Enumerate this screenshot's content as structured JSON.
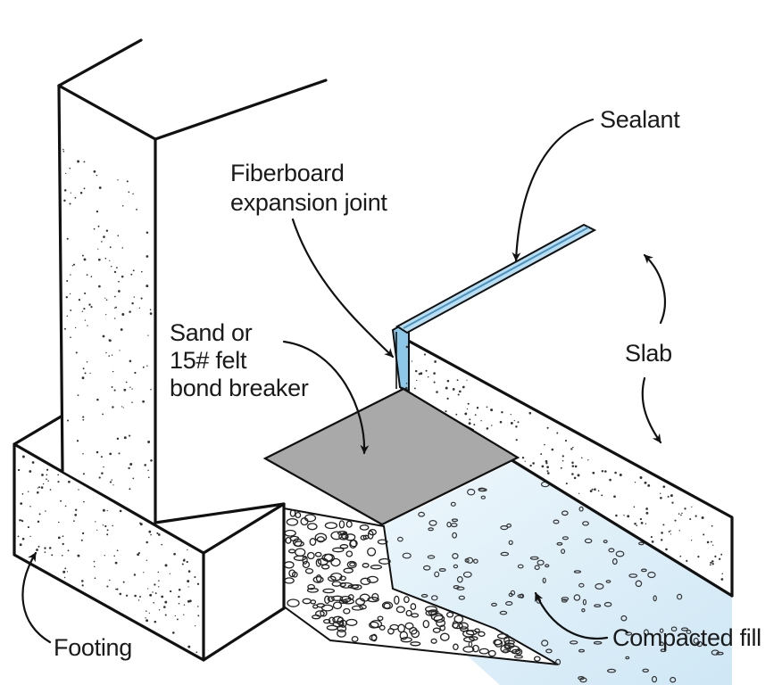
{
  "labels": {
    "sealant": "Sealant",
    "fiberboard_line1": "Fiberboard",
    "fiberboard_line2": "expansion joint",
    "sand_line1": "Sand or",
    "sand_line2": "15# felt",
    "sand_line3": "bond breaker",
    "slab": "Slab",
    "footing": "Footing",
    "compacted_fill": "Compacted fill"
  },
  "colors": {
    "fill_blue": "#d6ebf7",
    "felt_gray": "#a9a9a9",
    "joint_blue": "#8ec8e8",
    "line": "#111111"
  }
}
